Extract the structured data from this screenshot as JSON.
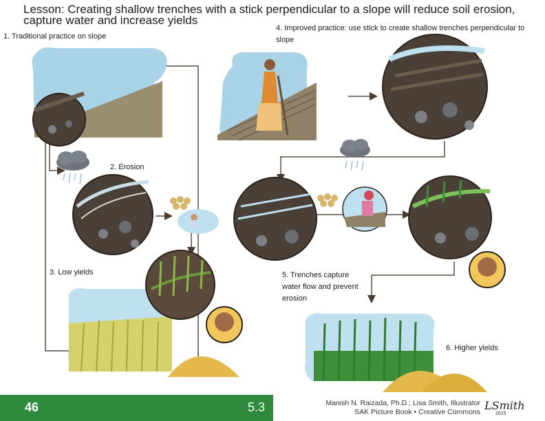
{
  "lesson": {
    "title": "Lesson: Creating shallow trenches with a stick perpendicular to a slope will reduce soil erosion, capture water and increase yields"
  },
  "steps": {
    "s1": "1. Traditional practice on slope",
    "s2": "2. Erosion",
    "s3": "3. Low yields",
    "s4": "4. Improved practice: use stick to create shallow trenches perpendicular to slope",
    "s5": "5. Trenches capture water flow and prevent erosion",
    "s6": "6. Higher yields"
  },
  "footer": {
    "page_number": "46",
    "section": "5.3",
    "credit_line1": "Manish N. Raizada, Ph.D.; Lisa Smith, Illustrator",
    "credit_line2": "SAK Picture Book • Creative Commons",
    "signature": "LSmith",
    "signature_year": "2015"
  },
  "colors": {
    "sky": "#a9d3e6",
    "soil": "#4a4038",
    "field": "#9a8e70",
    "corn": "#3f8f3a",
    "footer_green": "#2e8b3e"
  }
}
